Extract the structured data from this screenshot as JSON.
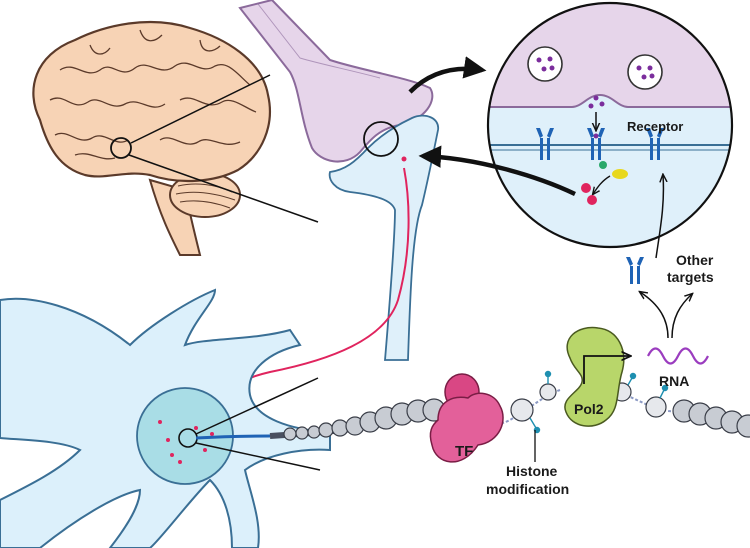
{
  "labels": {
    "receptor": "Receptor",
    "other_targets_line1": "Other",
    "other_targets_line2": "targets",
    "rna": "RNA",
    "pol2": "Pol2",
    "tf": "TF",
    "histone_line1": "Histone",
    "histone_line2": "modification"
  },
  "colors": {
    "brain": "#f7d3b5",
    "brain_outline": "#5b3a2a",
    "presynaptic": "#e6d5ea",
    "presynaptic_outline": "#8b6a9b",
    "postsynaptic": "#dff0fa",
    "neuron": "#dcf0fb",
    "nucleus": "#a9dde6",
    "signal_pink": "#e0245e",
    "receptor_blue": "#1f63b5",
    "tf": "#e3609a",
    "pol2": "#b8d66a",
    "rna": "#9b3dbf",
    "chromatin": "#4a5060"
  }
}
